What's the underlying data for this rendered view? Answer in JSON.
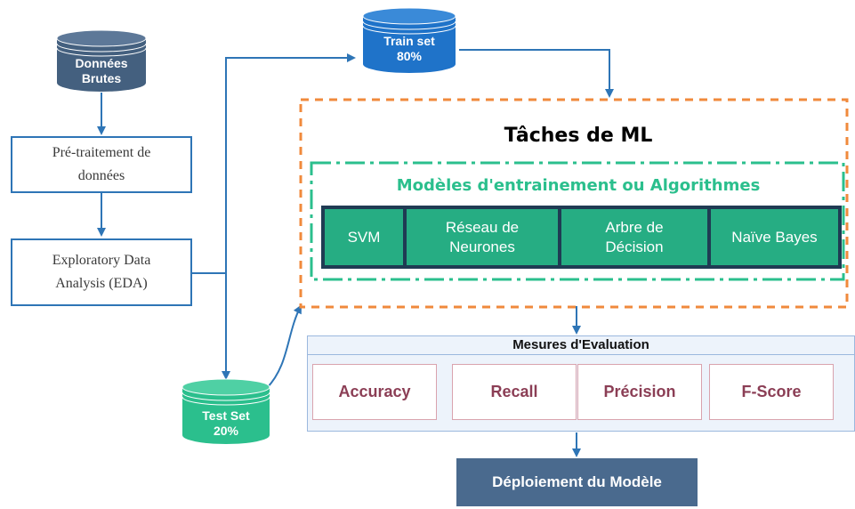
{
  "sources": {
    "raw": [
      "Données",
      "Brutes"
    ],
    "train": [
      "Train set",
      "80%"
    ],
    "test": [
      "Test Set",
      "20%"
    ]
  },
  "steps": {
    "preprocessing": [
      "Pré-traitement de",
      "données"
    ],
    "eda": [
      "Exploratory Data",
      "Analysis (EDA)"
    ]
  },
  "ml": {
    "title": "Tâches de ML",
    "models_title": "Modèles d'entrainement ou Algorithmes",
    "algorithms": [
      [
        "SVM"
      ],
      [
        "Réseau de",
        "Neurones"
      ],
      [
        "Arbre de",
        "Décision"
      ],
      [
        "Naïve Bayes"
      ]
    ]
  },
  "evaluation": {
    "title": "Mesures d'Evaluation",
    "metrics": [
      "Accuracy",
      "Recall",
      "Précision",
      "F-Score"
    ]
  },
  "deployment": "Déploiement du Modèle",
  "colors": {
    "arrow": "#2e75b6",
    "db_dark": "#44607f",
    "db_blue": "#1f73c9",
    "db_green": "#2bbf8d",
    "algo_green": "#26ad83",
    "orange_dash": "#f08a3c",
    "green_dash": "#2bbf8d"
  }
}
